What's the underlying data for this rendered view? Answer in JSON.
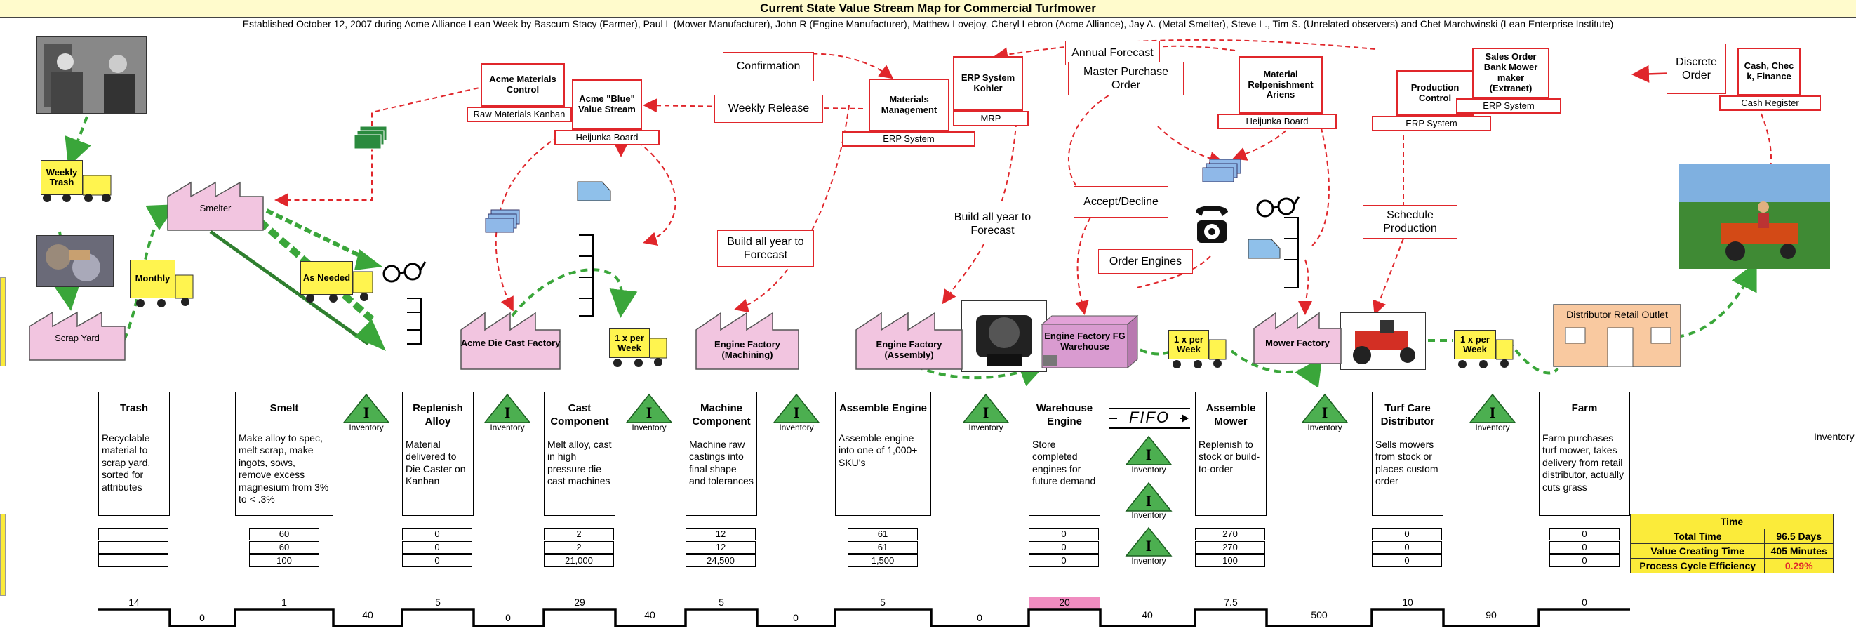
{
  "header": {
    "title": "Current State Value Stream Map for Commercial Turfmower",
    "subtitle": "Established October 12, 2007 during Acme Alliance Lean Week by Bascum Stacy (Farmer), Paul L (Mower Manufacturer), John R (Engine Manufacturer), Matthew Lovejoy, Cheryl Lebron (Acme Alliance), Jay A. (Metal Smelter), Steve L., Tim S. (Unrelated observers) and Chet Marchwinski (Lean Enterprise Institute)"
  },
  "control": {
    "acme_materials": {
      "title": "Acme Materials Control",
      "sub": "Raw Materials Kanban"
    },
    "acme_blue": {
      "title": "Acme \"Blue\" Value Stream",
      "sub": "Heijunka Board"
    },
    "materials_mgmt": {
      "title": "Materials Management",
      "sub": "ERP System"
    },
    "erp_kohler": {
      "title": "ERP System Kohler",
      "sub": "MRP"
    },
    "material_replenishment": {
      "title": "Material Relpenishment Ariens",
      "sub": "Heijunka Board"
    },
    "production_control": {
      "title": "Production Control",
      "sub": "ERP System"
    },
    "sales_order": {
      "title": "Sales Order Bank Mower maker (Extranet)",
      "sub": "ERP System"
    },
    "cash_check": {
      "title": "Cash, Chec k, Finance",
      "sub": "Cash Register"
    }
  },
  "notes": {
    "confirmation": "Confirmation",
    "weekly_release": "Weekly Release",
    "annual_forecast": "Annual Forecast",
    "master_po": "Master Purchase Order",
    "discrete_order": "Discrete Order",
    "accept_decline": "Accept/Decline",
    "build_year_1": "Build all year to Forecast",
    "build_year_2": "Build all year to Forecast",
    "order_engines": "Order Engines",
    "schedule_production": "Schedule Production"
  },
  "trucks": {
    "weekly_trash": "Weekly Trash",
    "monthly": "Monthly",
    "as_needed": "As Needed",
    "t1": "1 x per Week",
    "t2": "1 x per Week",
    "t3": "1 x per Week"
  },
  "factories": {
    "smelter": "Smelter",
    "scrap_yard": "Scrap Yard",
    "die_cast": "Acme Die Cast Factory",
    "machining": "Engine Factory (Machining)",
    "assembly": "Engine Factory (Assembly)",
    "fg_warehouse": "Engine Factory FG Warehouse",
    "mower_factory": "Mower Factory",
    "distributor": "Distributor Retail Outlet"
  },
  "processes": [
    {
      "title": "Trash",
      "desc": "Recyclable material to scrap yard, sorted for attributes",
      "data": [
        "",
        "",
        ""
      ]
    },
    {
      "title": "Smelt",
      "desc": "Make alloy to spec, melt scrap, make ingots, sows, remove excess magnesium from 3% to < .3%",
      "data": [
        "60",
        "60",
        "100"
      ]
    },
    {
      "title": "Replenish Alloy",
      "desc": "Material delivered to Die Caster on Kanban",
      "data": [
        "0",
        "0",
        "0"
      ]
    },
    {
      "title": "Cast Component",
      "desc": "Melt alloy, cast in high pressure die cast machines",
      "data": [
        "2",
        "2",
        "21,000"
      ]
    },
    {
      "title": "Machine Component",
      "desc": "Machine raw castings into final shape and tolerances",
      "data": [
        "12",
        "12",
        "24,500"
      ]
    },
    {
      "title": "Assemble Engine",
      "desc": "Assemble engine into one of 1,000+ SKU's",
      "data": [
        "61",
        "61",
        "1,500"
      ]
    },
    {
      "title": "Warehouse Engine",
      "desc": "Store completed engines for future demand",
      "data": [
        "0",
        "0",
        "0"
      ]
    },
    {
      "title": "Assemble Mower",
      "desc": "Replenish to stock or build-to-order",
      "data": [
        "270",
        "270",
        "100"
      ]
    },
    {
      "title": "Turf Care Distributor",
      "desc": "Sells mowers from stock or places custom order",
      "data": [
        "0",
        "0",
        "0"
      ]
    },
    {
      "title": "Farm",
      "desc": "Farm purchases turf mower, takes delivery from retail distributor, actually cuts grass",
      "data": [
        "0",
        "0",
        "0"
      ]
    }
  ],
  "inventory": {
    "label": "Inventory",
    "right_label": "Inventory",
    "fifo": "FIFO",
    "glyph": "I"
  },
  "timeline": {
    "top": [
      "14",
      "1",
      "5",
      "29",
      "5",
      "5",
      "20",
      "7.5",
      "10",
      "0"
    ],
    "bottom": [
      "0",
      "40",
      "0",
      "40",
      "0",
      "0",
      "40",
      "500",
      "90"
    ]
  },
  "time_summary": {
    "header": "Time",
    "rows": [
      {
        "label": "Total Time",
        "value": "96.5 Days"
      },
      {
        "label": "Value Creating Time",
        "value": "405 Minutes"
      },
      {
        "label": "Process Cycle Efficiency",
        "value": "0.29%"
      }
    ]
  },
  "colors": {
    "accent_red": "#e0262b",
    "factory_pink": "#f2c5e0",
    "truck_yellow": "#fff44f",
    "push_green": "#3aa63a",
    "highlight_pink": "#f08cc0",
    "summary_yellow": "#fbeb3a"
  }
}
